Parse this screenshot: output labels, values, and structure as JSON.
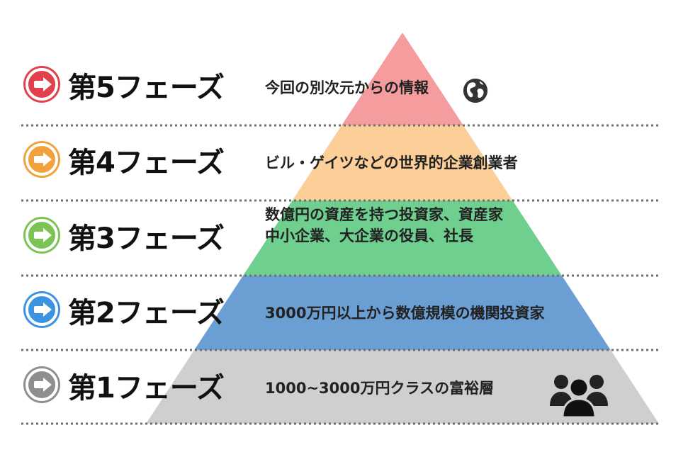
{
  "pyramid": {
    "layers": [
      {
        "phase": "第5フェーズ",
        "description_lines": [
          "今回の別次元からの情報"
        ],
        "color": "#F59C9F",
        "icon_color": "#E0414D",
        "icon": "globe-icon"
      },
      {
        "phase": "第4フェーズ",
        "description_lines": [
          "ビル・ゲイツなどの世界的企業創業者"
        ],
        "color": "#FCCF98",
        "icon_color": "#F0A33C",
        "icon": ""
      },
      {
        "phase": "第3フェーズ",
        "description_lines": [
          "数億円の資産を持つ投資家、資産家",
          "中小企業、大企業の役員、社長"
        ],
        "color": "#6ECF8E",
        "icon_color": "#7CC356",
        "icon": ""
      },
      {
        "phase": "第2フェーズ",
        "description_lines": [
          "3000万円以上から数億規模の機関投資家"
        ],
        "color": "#6B9ED2",
        "icon_color": "#3E93E0",
        "icon": ""
      },
      {
        "phase": "第1フェーズ",
        "description_lines": [
          "1000~3000万円クラスの富裕層"
        ],
        "color": "#CFCFCF",
        "icon_color": "#8E8E8E",
        "icon": "people-icon"
      }
    ]
  }
}
